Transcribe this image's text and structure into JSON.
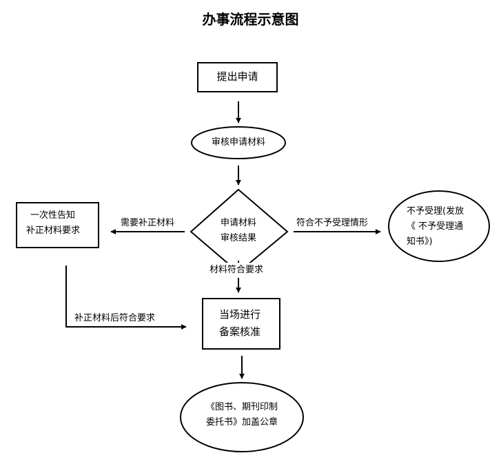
{
  "title": "办事流程示意图",
  "nodes": {
    "submit": "提出申请",
    "review_materials": "审核申请材料",
    "decision_line1": "申请材料",
    "decision_line2": "审核结果",
    "notify_line1": "一次性告知",
    "notify_line2": "补正材料要求",
    "reject_line1": "不予受理(发放",
    "reject_line2": "《 不予受理通",
    "reject_line3": "知书》)",
    "onsite_line1": "当场进行",
    "onsite_line2": "备案核准",
    "stamp_line1": "《图书、期刊印制",
    "stamp_line2": "委托书》加盖公章"
  },
  "edges": {
    "need_supplement": "需要补正材料",
    "not_eligible": "符合不予受理情形",
    "meets_requirements": "材料符合要求",
    "after_supplement": "补正材料后符合要求"
  }
}
